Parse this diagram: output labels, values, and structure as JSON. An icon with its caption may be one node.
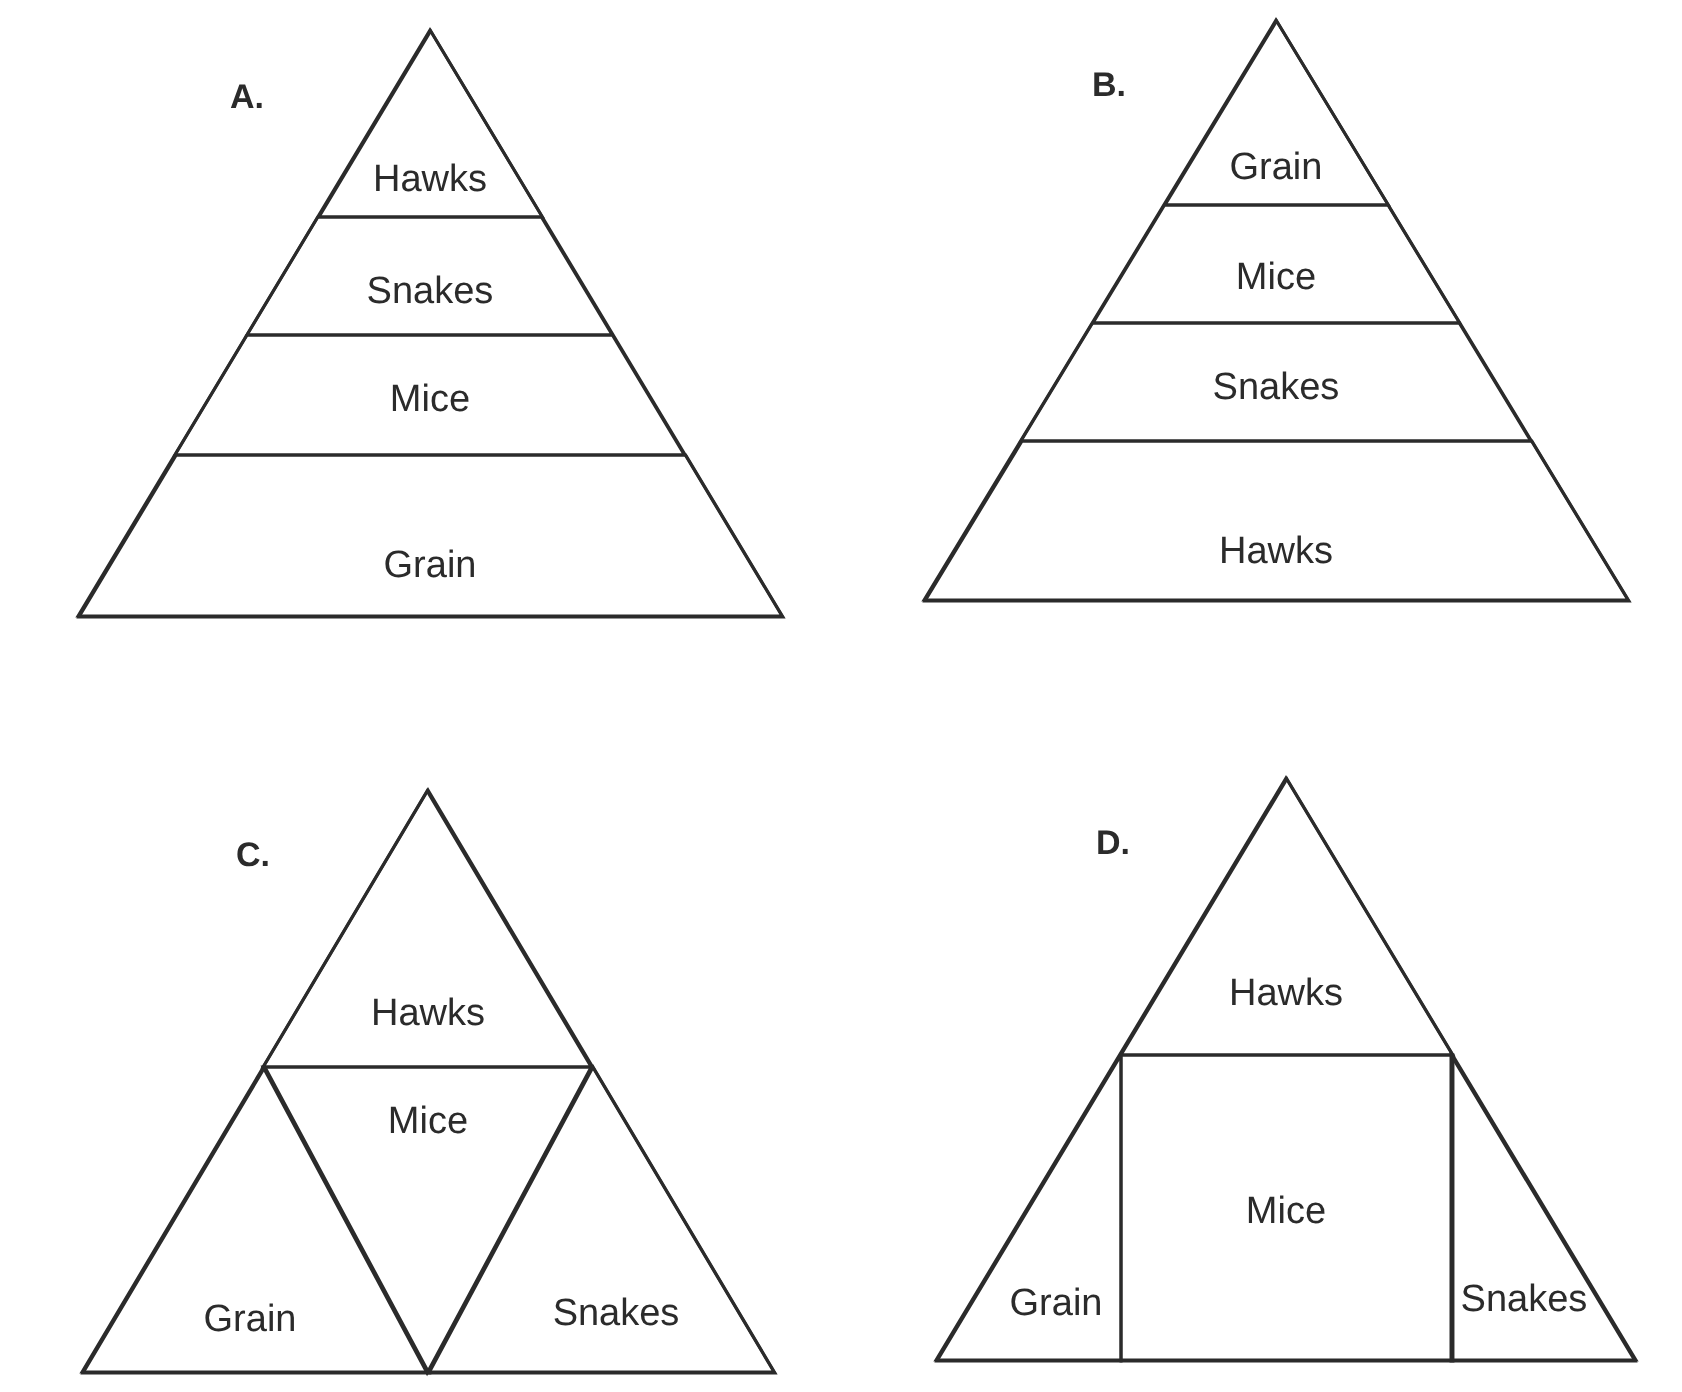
{
  "diagram": {
    "nodes": [
      {
        "text": [
          "A."
        ]
      },
      {
        "text": [
          "Hawks"
        ],
        "in": 0
      },
      {
        "text": [
          "Snakes"
        ],
        "in": 0
      },
      {
        "text": [
          "Mice"
        ],
        "in": 0
      },
      {
        "text": [
          "Grain"
        ],
        "in": 0
      },
      {
        "text": [
          "B."
        ]
      },
      {
        "text": [
          "Grain"
        ],
        "in": 5
      },
      {
        "text": [
          "Mice"
        ],
        "in": 5
      },
      {
        "text": [
          "Snakes"
        ],
        "in": 5
      },
      {
        "text": [
          "Hawks"
        ],
        "in": 5
      },
      {
        "text": [
          "C."
        ]
      },
      {
        "text": [
          "Hawks"
        ],
        "in": 10
      },
      {
        "text": [
          "Mice"
        ],
        "in": 10
      },
      {
        "text": [
          "Grain"
        ],
        "in": 10
      },
      {
        "text": [
          "Snakes"
        ],
        "in": 10
      },
      {
        "text": [
          "D."
        ]
      },
      {
        "text": [
          "Hawks"
        ],
        "in": 15
      },
      {
        "text": [
          "Mice"
        ],
        "in": 15
      },
      {
        "text": [
          "Grain"
        ],
        "in": 15
      },
      {
        "text": [
          "Snakes"
        ],
        "in": 15
      }
    ]
  }
}
